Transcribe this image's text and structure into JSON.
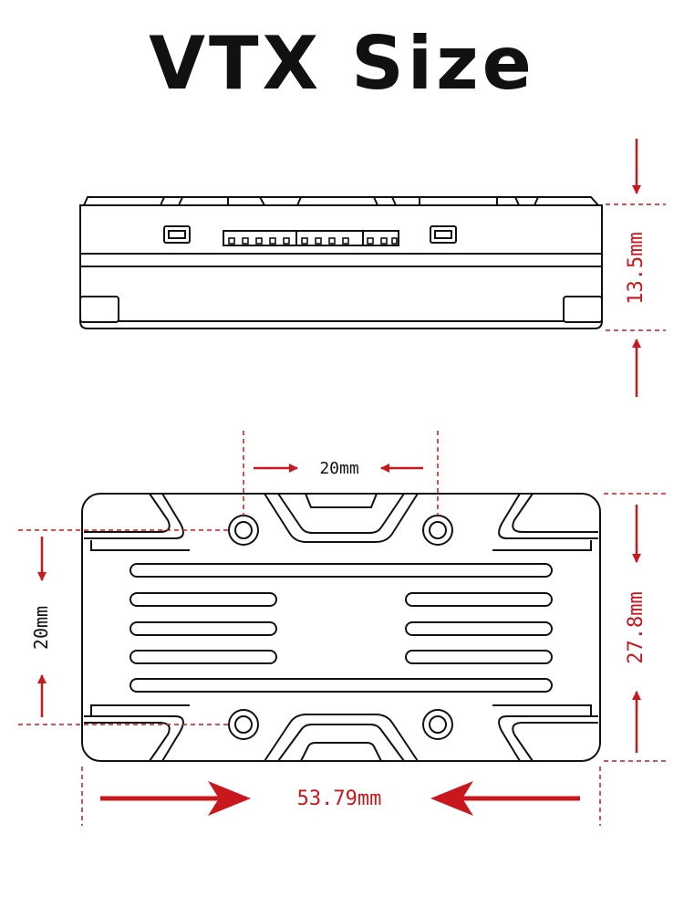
{
  "title": "VTX Size",
  "dimensions": {
    "height": "13.5mm",
    "length": "53.79mm",
    "width": "27.8mm",
    "hole_spacing_x": "20mm",
    "hole_spacing_y": "20mm"
  },
  "colors": {
    "dimension": "#c8181e",
    "outline": "#111111"
  }
}
